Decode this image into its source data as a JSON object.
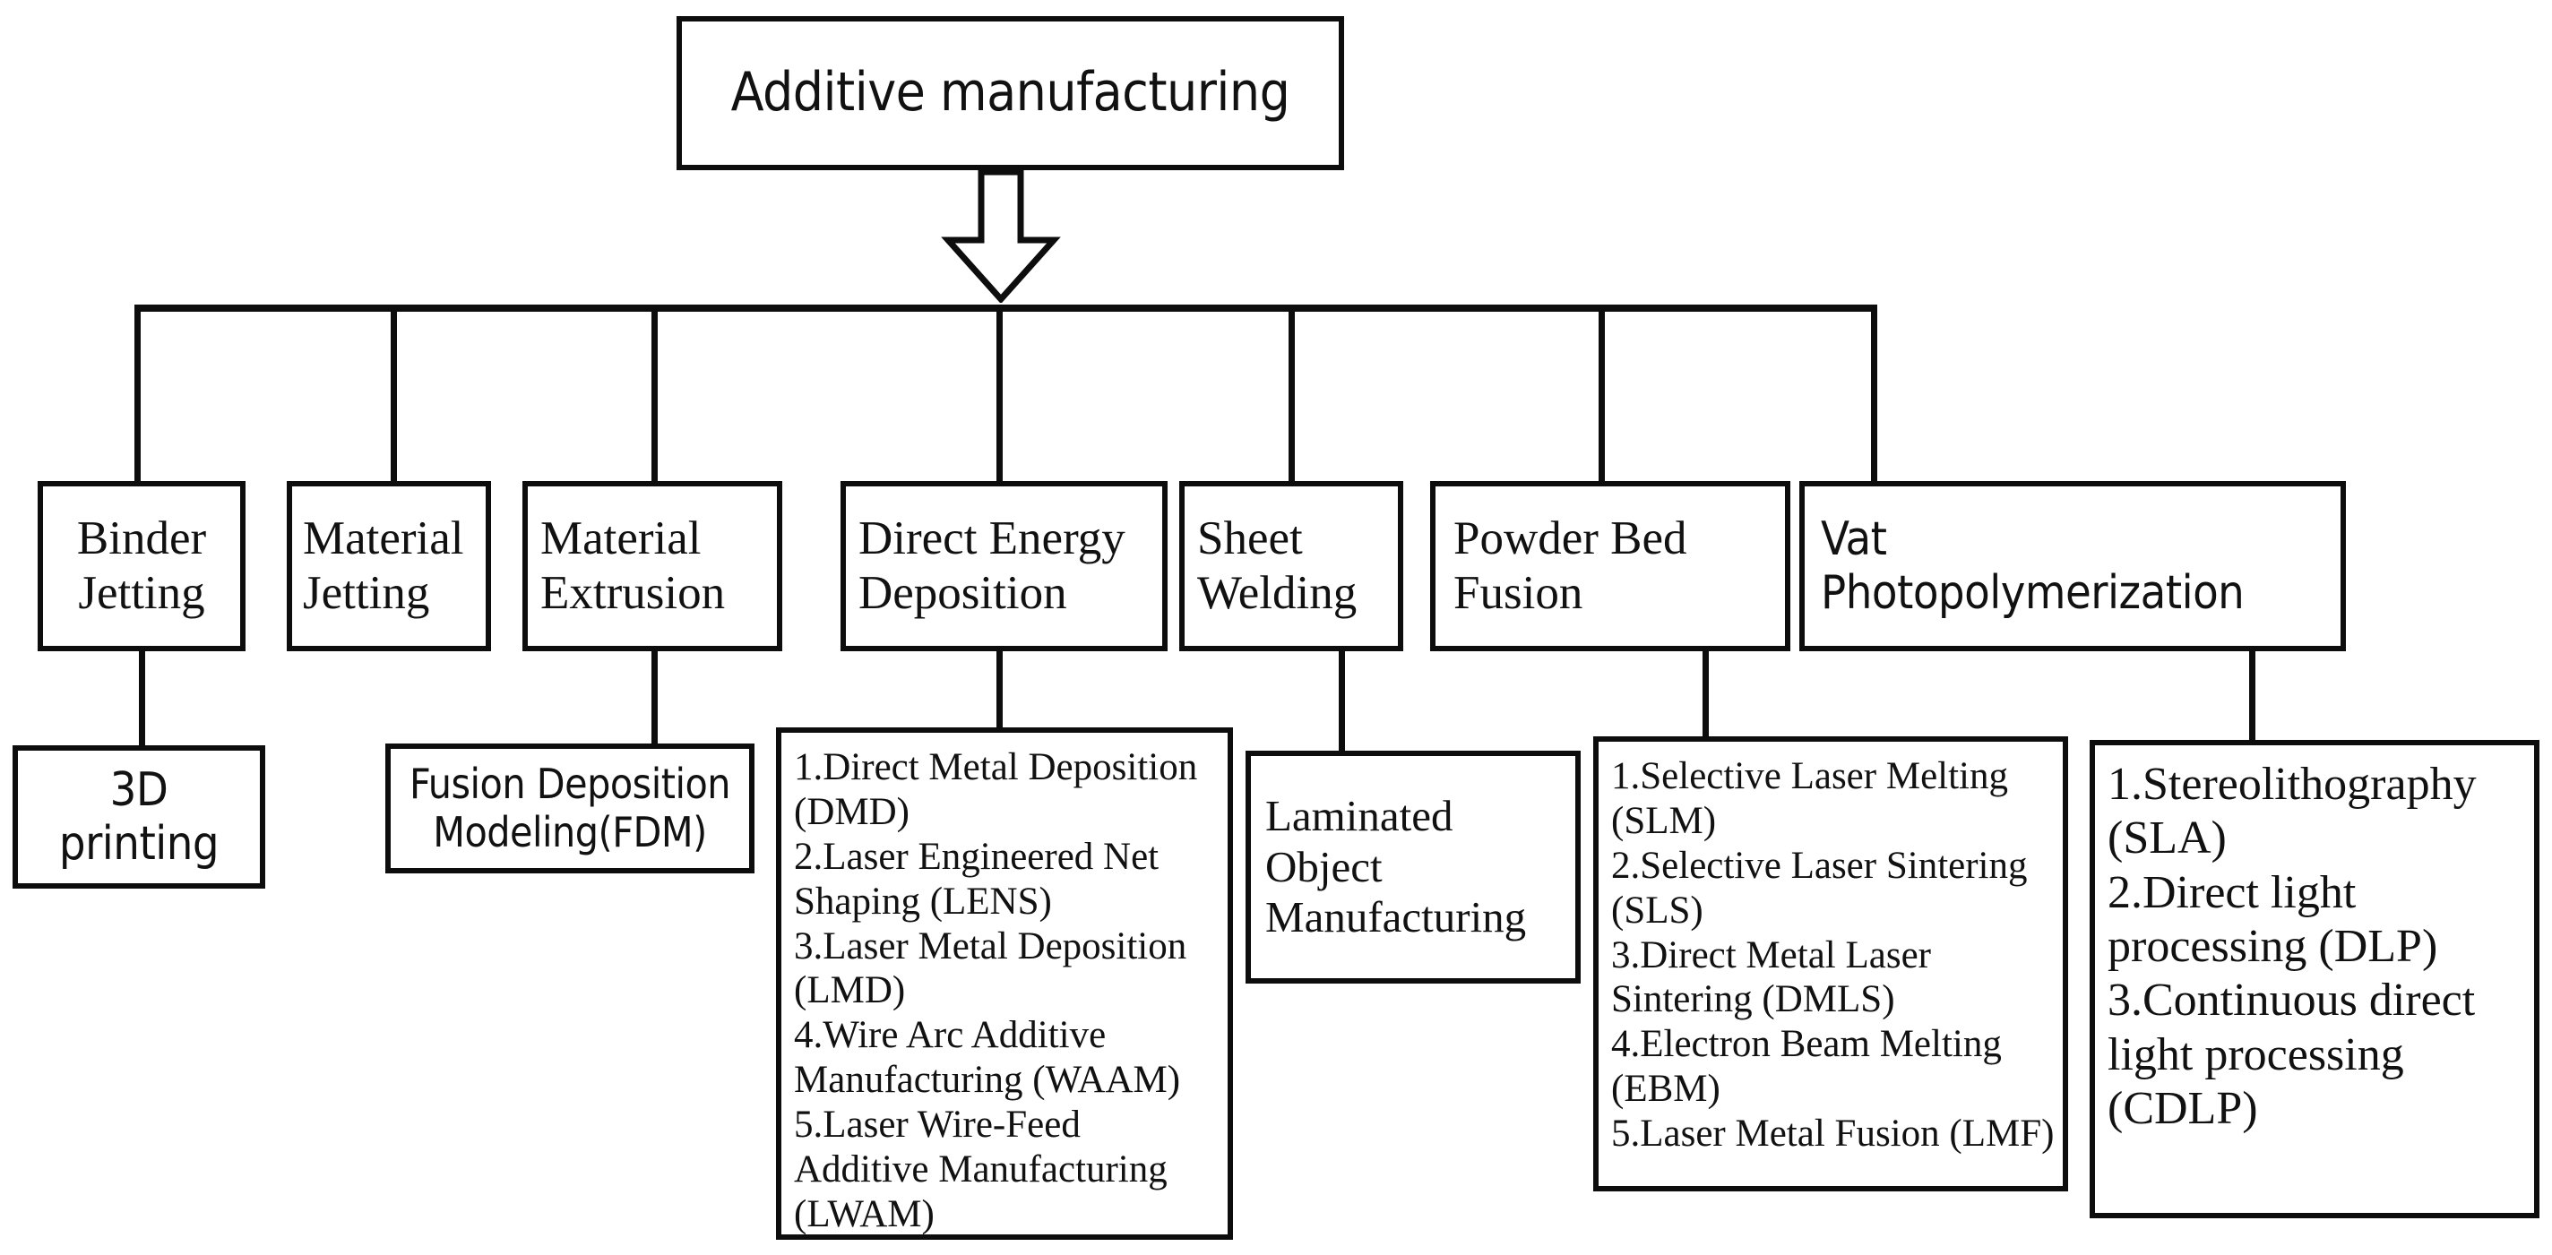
{
  "diagram": {
    "title_box": {
      "label": "Additive manufacturing"
    },
    "arrow": {
      "name": "down-block-arrow"
    },
    "categories": [
      {
        "id": "binder-jetting",
        "label": "Binder\nJetting"
      },
      {
        "id": "material-jetting",
        "label": "Material\nJetting"
      },
      {
        "id": "material-extrusion",
        "label": "Material\nExtrusion"
      },
      {
        "id": "direct-energy-deposition",
        "label": "Direct Energy\nDeposition"
      },
      {
        "id": "sheet-welding",
        "label": "Sheet\nWelding"
      },
      {
        "id": "powder-bed-fusion",
        "label": "Powder Bed\nFusion"
      },
      {
        "id": "vat-photopolymerization",
        "label": "Vat\nPhotopolymerization"
      }
    ],
    "details": {
      "binder_jetting": {
        "label": "3D\nprinting"
      },
      "material_extrusion": {
        "label": "Fusion Deposition\nModeling(FDM)"
      },
      "direct_energy_deposition": {
        "items": [
          "1.Direct Metal Deposition (DMD)",
          "2.Laser Engineered Net Shaping (LENS)",
          "3.Laser Metal Deposition (LMD)",
          "4.Wire Arc Additive Manufacturing (WAAM)",
          "5.Laser Wire-Feed Additive Manufacturing (LWAM)"
        ]
      },
      "sheet_welding": {
        "label": "Laminated\nObject\nManufacturing"
      },
      "powder_bed_fusion": {
        "items": [
          "1.Selective Laser Melting (SLM)",
          "2.Selective Laser Sintering (SLS)",
          "3.Direct Metal Laser Sintering (DMLS)",
          "4.Electron Beam Melting (EBM)",
          "5.Laser Metal Fusion (LMF)"
        ]
      },
      "vat_photopolymerization": {
        "items": [
          "1.Stereolithography (SLA)",
          "2.Direct light processing (DLP)",
          "3.Continuous direct light processing (CDLP)"
        ]
      }
    },
    "colors": {
      "stroke": "#0d0d0d",
      "fill": "#ffffff",
      "text": "#111111"
    }
  }
}
